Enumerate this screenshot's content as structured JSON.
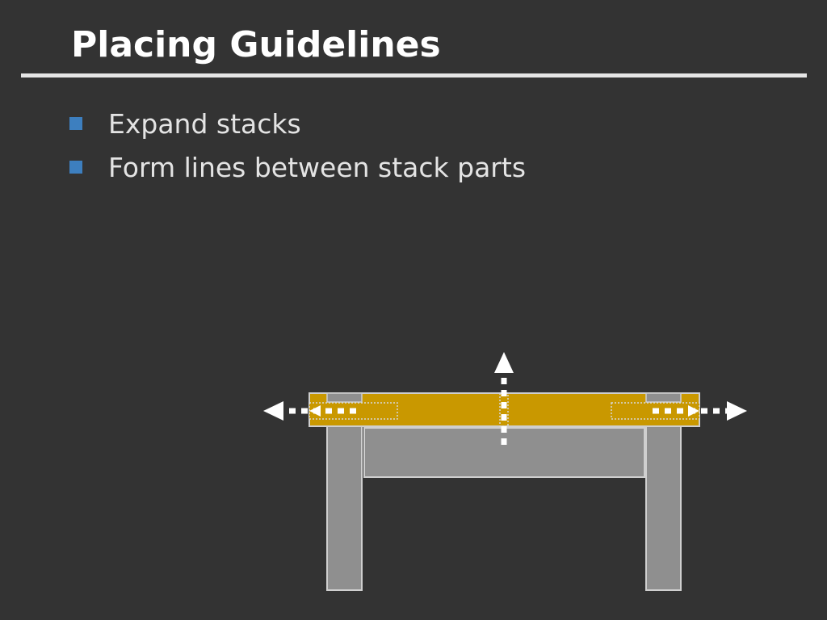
{
  "slide": {
    "title": "Placing Guidelines",
    "bullets": [
      {
        "text": "Expand stacks"
      },
      {
        "text": "Form lines between stack parts"
      }
    ]
  },
  "colors": {
    "background": "#333333",
    "title": "#ffffff",
    "rule": "#e6e6e6",
    "bullet_marker": "#3d7fbf",
    "bullet_text": "#e4e4e4",
    "stack_part_gray": "#8f8f8f",
    "stack_part_outline": "#cfcfcf",
    "guideline_gold": "#c99800",
    "arrow": "#ffffff"
  },
  "diagram": {
    "description_icons": [
      "left-leg",
      "right-leg",
      "center-block",
      "gold-guideline-bar",
      "left-arrow",
      "right-arrow",
      "up-arrow"
    ]
  }
}
